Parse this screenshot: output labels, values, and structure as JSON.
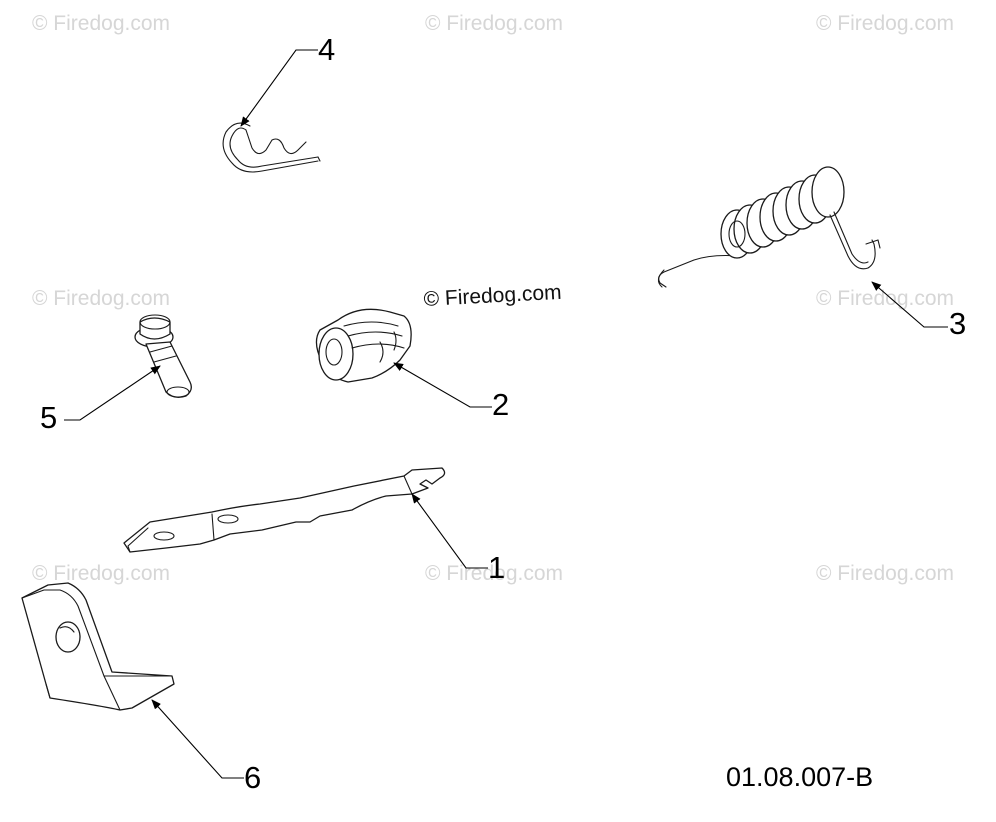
{
  "watermark": {
    "text": "© Firedog.com",
    "center_text": "© Firedog.com"
  },
  "diagram_id": "01.08.007-B",
  "callouts": [
    {
      "number": "1",
      "part": "lever-plate"
    },
    {
      "number": "2",
      "part": "bushing"
    },
    {
      "number": "3",
      "part": "extension-spring"
    },
    {
      "number": "4",
      "part": "hairpin-clip"
    },
    {
      "number": "5",
      "part": "flange-bolt"
    },
    {
      "number": "6",
      "part": "angle-bracket"
    }
  ],
  "colors": {
    "line": "#1a1a1a",
    "watermark": "#d6d6d6",
    "background": "#ffffff"
  }
}
